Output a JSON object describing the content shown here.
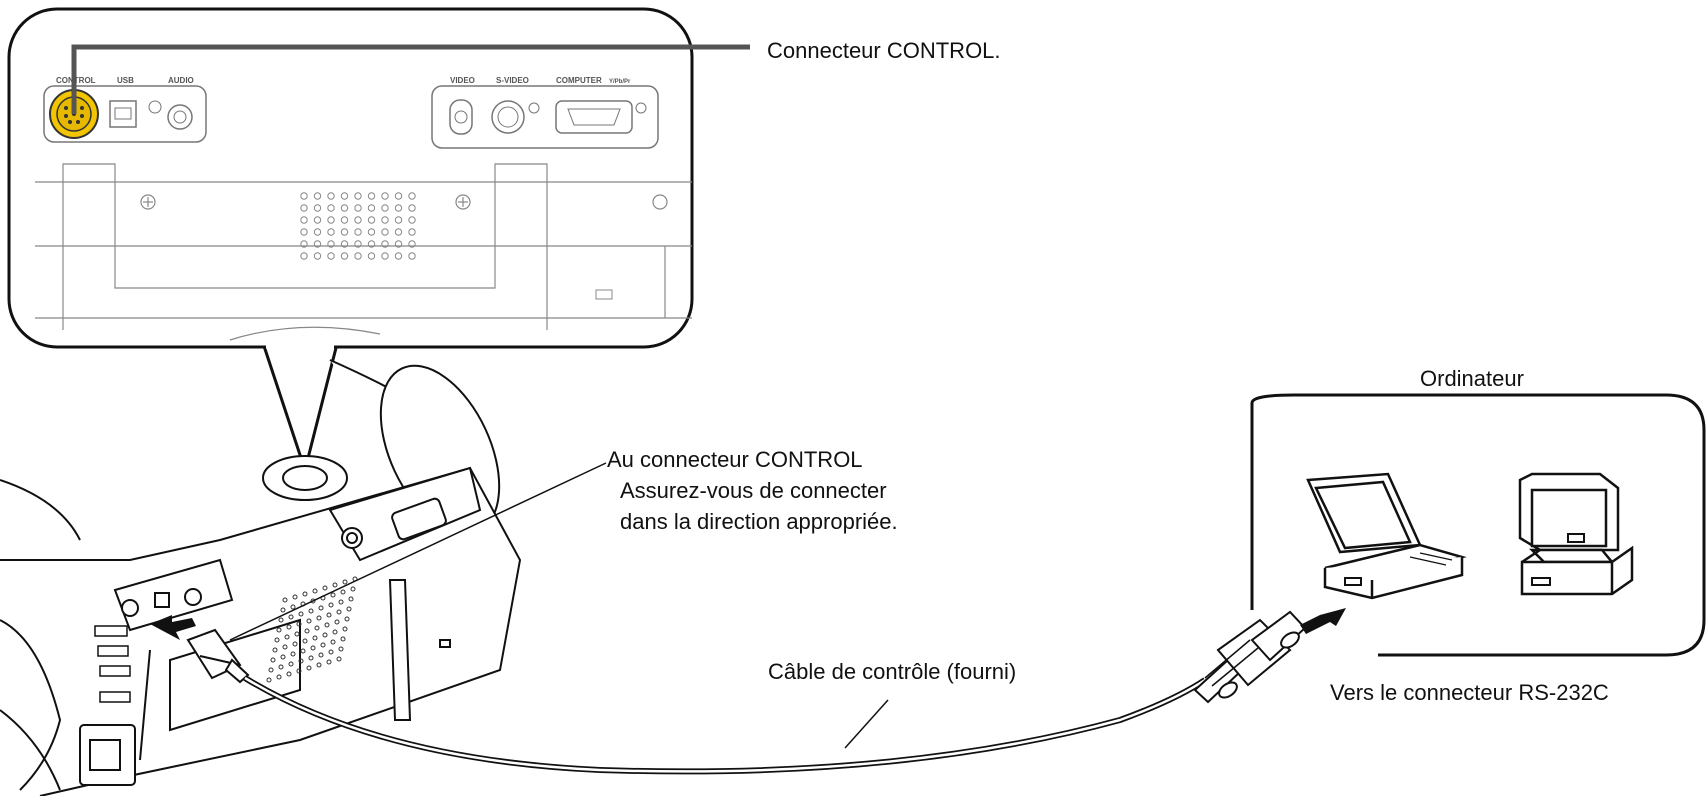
{
  "callouts": {
    "control_connector": "Connecteur CONTROL.",
    "to_control_line1": "Au connecteur CONTROL",
    "to_control_line2": "Assurez-vous de connecter",
    "to_control_line3": "dans la direction appropriée.",
    "computer": "Ordinateur",
    "rs232c": "Vers le connecteur RS-232C",
    "cable": "Câble de contrôle (fourni)"
  },
  "panel_labels": {
    "control": "CONTROL",
    "usb": "USB",
    "audio": "AUDIO",
    "video": "VIDEO",
    "svideo": "S-VIDEO",
    "computer": "COMPUTER",
    "computer_sub": "Y/Pb/Pr"
  },
  "colors": {
    "highlight": "#f2c500",
    "line": "#1a1a1a"
  }
}
